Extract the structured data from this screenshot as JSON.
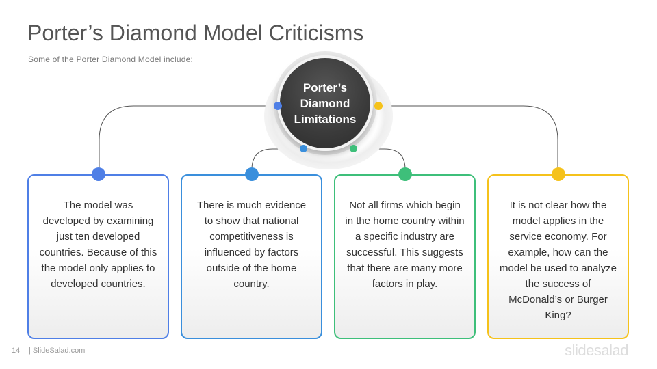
{
  "slide": {
    "title": "Porter’s Diamond Model Criticisms",
    "subtitle": "Some of the Porter Diamond Model include:",
    "hub_label": "Porter’s Diamond Limitations",
    "page_number": "14",
    "site": "| SlideSalad.com",
    "brand": "slidesalad"
  },
  "colors": {
    "blue": "#4f7fe6",
    "light_blue": "#3a8fdc",
    "green": "#3ebf7a",
    "yellow": "#f5c21b",
    "line": "#555555"
  },
  "cards": [
    {
      "text": "The model was developed by examining just ten developed countries. Because of this the model only applies to developed countries."
    },
    {
      "text": "There is much evidence to show that national competitiveness is influenced by factors outside of the home country."
    },
    {
      "text": "Not all firms which begin in the home country within a specific industry are successful. This suggests that there are many more factors in play."
    },
    {
      "text": "It is not clear how the model applies in the service economy. For example, how can the model be used to analyze the success of McDonald’s or Burger King?"
    }
  ]
}
